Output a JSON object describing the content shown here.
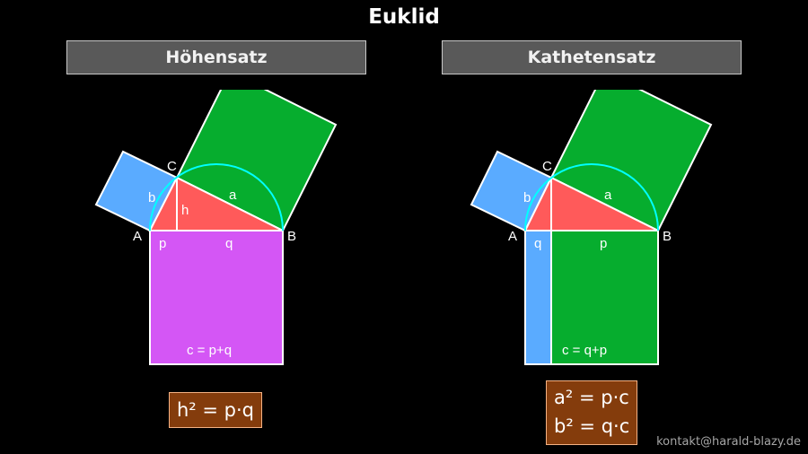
{
  "title": "Euklid",
  "panels": [
    {
      "header": "Höhensatz",
      "labels": {
        "A": "A",
        "B": "B",
        "C": "C",
        "a": "a",
        "b": "b",
        "h": "h",
        "left_seg": "p",
        "right_seg": "q",
        "hyp": "c = p+q"
      },
      "formula": [
        "h² = p·q"
      ]
    },
    {
      "header": "Kathetensatz",
      "labels": {
        "A": "A",
        "B": "B",
        "C": "C",
        "a": "a",
        "b": "b",
        "left_seg": "q",
        "right_seg": "p",
        "hyp": "c = q+p"
      },
      "formula": [
        "a² = p·c",
        "b² = q·c"
      ]
    }
  ],
  "colors": {
    "background": "#000000",
    "header_bg": "#595959",
    "triangle": "#ff5a5a",
    "square_a": "#06ad2e",
    "square_b": "#5aabff",
    "square_c": "#d456f5",
    "thales_arc": "#00ffff",
    "formula_bg": "#843c0c",
    "formula_border": "#f4b183"
  },
  "contact": "kontakt@harald-blazy.de"
}
